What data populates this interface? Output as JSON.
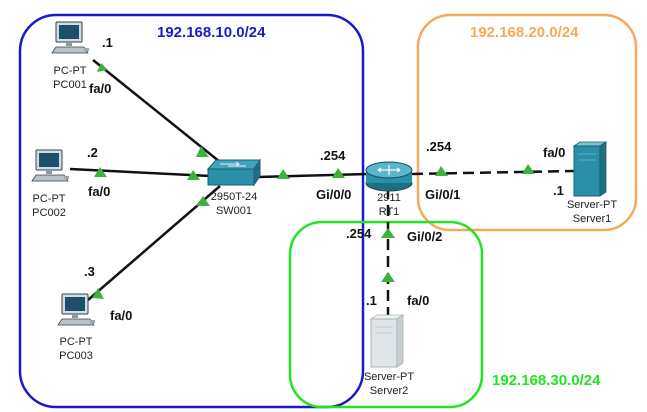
{
  "colors": {
    "zone_10": "#1a1acc",
    "zone_20": "#f5a95a",
    "zone_30": "#22e422",
    "link": "#111111",
    "link_up": "#3db03d",
    "device_body": "#2a8fa8"
  },
  "zones": {
    "lan10": {
      "subnet": "192.168.10.0/24"
    },
    "lan20": {
      "subnet": "192.168.20.0/24"
    },
    "lan30": {
      "subnet": "192.168.30.0/24"
    }
  },
  "devices": {
    "pc001": {
      "icon": "pc-icon",
      "model": "PC-PT",
      "name": "PC001",
      "ip_suffix": ".1",
      "port": "fa/0"
    },
    "pc002": {
      "icon": "pc-icon",
      "model": "PC-PT",
      "name": "PC002",
      "ip_suffix": ".2",
      "port": "fa/0"
    },
    "pc003": {
      "icon": "pc-icon",
      "model": "PC-PT",
      "name": "PC003",
      "ip_suffix": ".3",
      "port": "fa/0"
    },
    "sw001": {
      "icon": "switch-icon",
      "model": "2950T-24",
      "name": "SW001"
    },
    "rt1": {
      "icon": "router-icon",
      "model": "2911",
      "name": "RT1",
      "g0_label": "Gi/0/0",
      "g0_ip": ".254",
      "g1_label": "Gi/0/1",
      "g1_ip": ".254",
      "g2_label": "Gi/0/2",
      "g2_ip": ".254"
    },
    "server1": {
      "icon": "server-icon",
      "model": "Server-PT",
      "name": "Server1",
      "ip_suffix": ".1",
      "port": "fa/0"
    },
    "server2": {
      "icon": "server-icon",
      "model": "Server-PT",
      "name": "Server2",
      "ip_suffix": ".1",
      "port": "fa/0"
    }
  }
}
